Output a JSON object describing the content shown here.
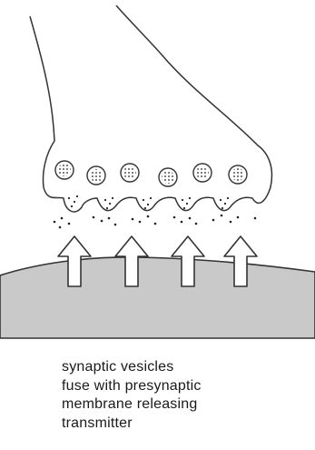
{
  "caption": {
    "lines": [
      "synaptic vesicles",
      "fuse with presynaptic",
      "membrane releasing",
      "transmitter"
    ]
  }
}
